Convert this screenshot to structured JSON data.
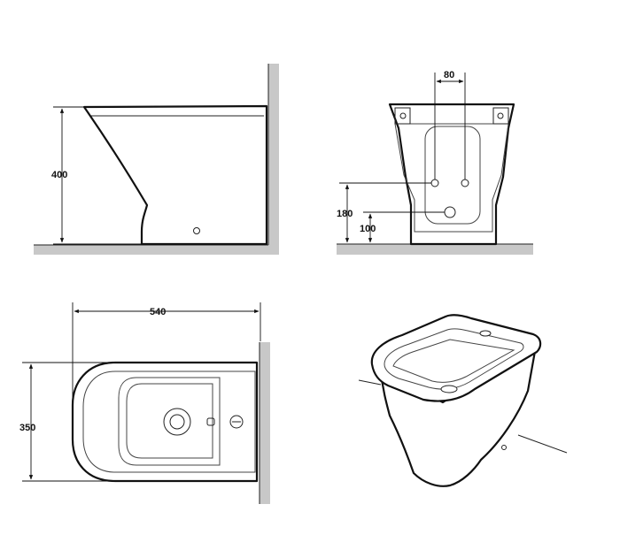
{
  "views": {
    "side": {
      "height_label": "400"
    },
    "front": {
      "width_label": "80",
      "height_upper_label": "180",
      "height_lower_label": "100"
    },
    "top": {
      "length_label": "540",
      "width_label": "350"
    }
  }
}
